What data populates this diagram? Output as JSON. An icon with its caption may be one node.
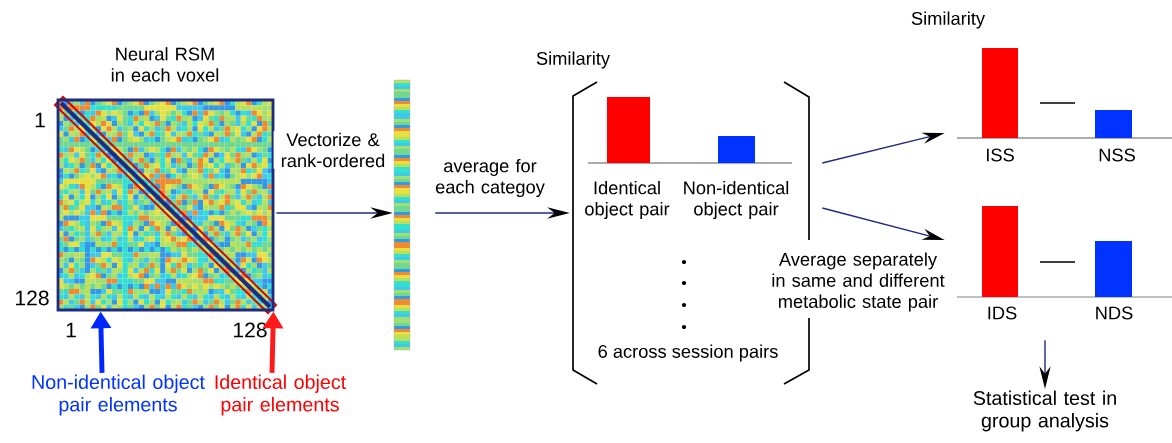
{
  "diagram": {
    "nodes": [
      {
        "text": [
          "Neural RSM in each voxel"
        ],
        "beside": [
          "1",
          "128",
          "1",
          "128"
        ]
      },
      {
        "text": [],
        "shape": "bar"
      },
      {
        "text": [
          "Similarity",
          "Identical object pair",
          "Non-identical object pair",
          "6 across session pairs"
        ]
      },
      {
        "text": [
          "Similarity",
          "ISS",
          "NSS"
        ]
      },
      {
        "text": [
          "IDS",
          "NDS"
        ]
      },
      {
        "text": [
          "Statistical test in group analysis"
        ]
      },
      {
        "text": [
          "Non-identical object pair elements"
        ]
      },
      {
        "text": [
          "Identical object pair elements"
        ]
      }
    ],
    "edges": [
      {
        "from": 0,
        "to": 1,
        "arrow": "to",
        "label": "Vectorize & rank-ordered"
      },
      {
        "from": 1,
        "to": 2,
        "arrow": "to",
        "label": "average for each categoy"
      },
      {
        "from": 2,
        "to": 3,
        "arrow": "to"
      },
      {
        "from": 2,
        "to": 4,
        "arrow": "to"
      },
      {
        "from": 4,
        "to": 5,
        "arrow": "to"
      },
      {
        "from": 6,
        "to": 0,
        "arrow": "to",
        "style": "thick",
        "color": "#0026ff"
      },
      {
        "from": 7,
        "to": 0,
        "arrow": "to",
        "style": "thick",
        "color": "#ff1a1a"
      }
    ],
    "labels": [
      "Average separately in same and different metabolic state pair"
    ]
  }
}
